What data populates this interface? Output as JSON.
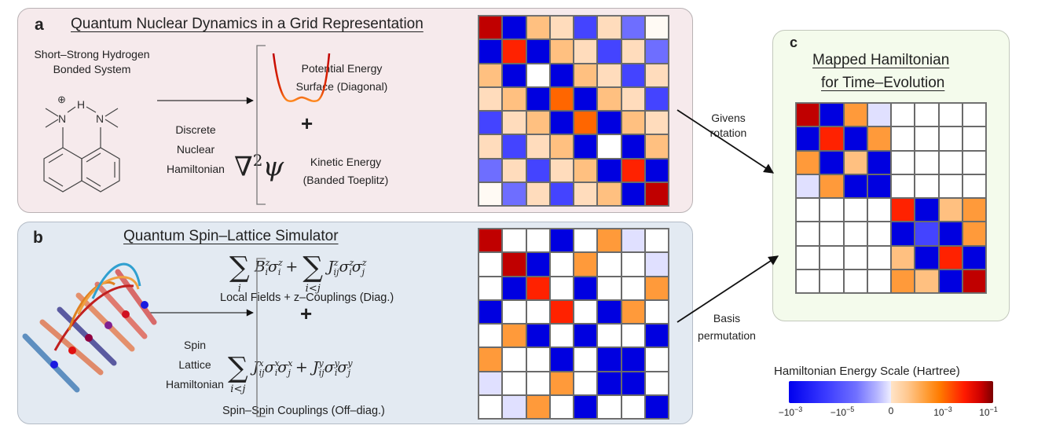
{
  "panel_a": {
    "letter": "a",
    "title": "Quantum Nuclear Dynamics in a Grid Representation",
    "system_label_line1": "Short–Strong Hydrogen",
    "system_label_line2": "Bonded System",
    "arrow_label": [
      "Discrete",
      "Nuclear",
      "Hamiltonian"
    ],
    "pes_label_line1": "Potential Energy",
    "pes_label_line2": "Surface (Diagonal)",
    "plus": "+",
    "laplacian": "∇",
    "laplacian_power": "2",
    "laplacian_psi": "ψ",
    "kinetic_label_line1": "Kinetic Energy",
    "kinetic_label_line2": "(Banded Toeplitz)",
    "molecule_atoms": {
      "n_left": "N",
      "n_right": "N",
      "h": "H",
      "charge": "⊕"
    }
  },
  "panel_b": {
    "letter": "b",
    "title": "Quantum Spin–Lattice Simulator",
    "arrow_label": [
      "Spin",
      "Lattice",
      "Hamiltonian"
    ],
    "term1_label": "Local Fields + z–Couplings (Diag.)",
    "plus": "+",
    "term2_label": "Spin–Spin Couplings (Off–diag.)",
    "sum_index_i": "i",
    "sum_index_ij": "i<j"
  },
  "panel_c": {
    "letter": "c",
    "title_line1": "Mapped Hamiltonian",
    "title_line2": "for Time–Evolution"
  },
  "arrows": {
    "top_label_line1": "Givens",
    "top_label_line2": "rotation",
    "bottom_label_line1": "Basis",
    "bottom_label_line2": "permutation"
  },
  "colorbar": {
    "title": "Hamiltonian Energy Scale (Hartree)",
    "ticks": [
      {
        "base": "−10",
        "exp": "−3"
      },
      {
        "base": "−10",
        "exp": "−5"
      },
      {
        "base": "0",
        "exp": ""
      },
      {
        "base": "10",
        "exp": "−3"
      },
      {
        "base": "10",
        "exp": "−1"
      }
    ]
  },
  "palette": {
    "DR": "#c00000",
    "R": "#ff2200",
    "OR": "#ff6600",
    "O": "#ff9a3a",
    "P": "#ffc080",
    "LP": "#ffdcbc",
    "NW": "#fffaf4",
    "W": "#ffffff",
    "LV": "#e0e0ff",
    "LB": "#6e6eff",
    "MB": "#4444ff",
    "B": "#0000e0"
  },
  "chart_data": [
    {
      "type": "heatmap",
      "title": "Panel a grid Hamiltonian (color classes)",
      "rows": [
        [
          "DR",
          "B",
          "P",
          "LP",
          "MB",
          "LP",
          "LB",
          "NW"
        ],
        [
          "B",
          "R",
          "B",
          "P",
          "LP",
          "MB",
          "LP",
          "LB"
        ],
        [
          "P",
          "B",
          "W",
          "B",
          "P",
          "LP",
          "MB",
          "LP"
        ],
        [
          "LP",
          "P",
          "B",
          "OR",
          "B",
          "P",
          "LP",
          "MB"
        ],
        [
          "MB",
          "LP",
          "P",
          "B",
          "OR",
          "B",
          "P",
          "LP"
        ],
        [
          "LP",
          "MB",
          "LP",
          "P",
          "B",
          "W",
          "B",
          "P"
        ],
        [
          "LB",
          "LP",
          "MB",
          "LP",
          "P",
          "B",
          "R",
          "B"
        ],
        [
          "NW",
          "LB",
          "LP",
          "MB",
          "LP",
          "P",
          "B",
          "DR"
        ]
      ]
    },
    {
      "type": "heatmap",
      "title": "Panel b spin-lattice Hamiltonian (color classes)",
      "rows": [
        [
          "DR",
          "W",
          "W",
          "B",
          "W",
          "O",
          "LV",
          "W"
        ],
        [
          "W",
          "DR",
          "B",
          "W",
          "O",
          "W",
          "W",
          "LV"
        ],
        [
          "W",
          "B",
          "R",
          "W",
          "B",
          "W",
          "W",
          "O"
        ],
        [
          "B",
          "W",
          "W",
          "R",
          "W",
          "B",
          "O",
          "W"
        ],
        [
          "W",
          "O",
          "B",
          "W",
          "B",
          "W",
          "W",
          "B"
        ],
        [
          "O",
          "W",
          "W",
          "B",
          "W",
          "B",
          "B",
          "W"
        ],
        [
          "LV",
          "W",
          "W",
          "O",
          "W",
          "B",
          "B",
          "W"
        ],
        [
          "W",
          "LV",
          "O",
          "W",
          "B",
          "W",
          "W",
          "B"
        ]
      ]
    },
    {
      "type": "heatmap",
      "title": "Panel c mapped block-diagonal Hamiltonian (color classes)",
      "rows": [
        [
          "DR",
          "B",
          "O",
          "LV",
          "W",
          "W",
          "W",
          "W"
        ],
        [
          "B",
          "R",
          "B",
          "O",
          "W",
          "W",
          "W",
          "W"
        ],
        [
          "O",
          "B",
          "P",
          "B",
          "W",
          "W",
          "W",
          "W"
        ],
        [
          "LV",
          "O",
          "B",
          "B",
          "W",
          "W",
          "W",
          "W"
        ],
        [
          "W",
          "W",
          "W",
          "W",
          "R",
          "B",
          "P",
          "O"
        ],
        [
          "W",
          "W",
          "W",
          "W",
          "B",
          "MB",
          "B",
          "O"
        ],
        [
          "W",
          "W",
          "W",
          "W",
          "P",
          "B",
          "R",
          "B"
        ],
        [
          "W",
          "W",
          "W",
          "W",
          "O",
          "P",
          "B",
          "DR"
        ]
      ]
    }
  ]
}
